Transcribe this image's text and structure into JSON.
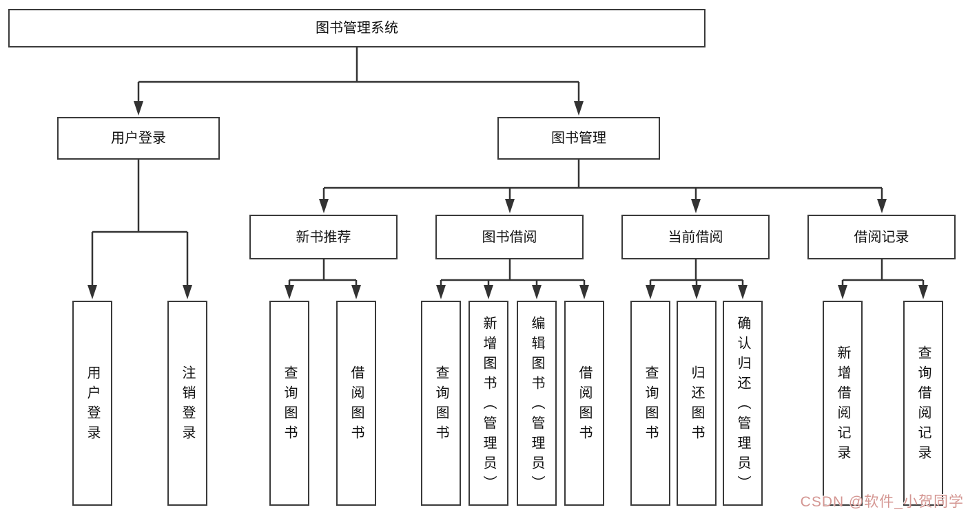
{
  "nodes": {
    "root": {
      "label": "图书管理系统"
    },
    "level2": [
      {
        "label": "用户登录"
      },
      {
        "label": "图书管理"
      }
    ],
    "level3": [
      {
        "label": "新书推荐"
      },
      {
        "label": "图书借阅"
      },
      {
        "label": "当前借阅"
      },
      {
        "label": "借阅记录"
      }
    ],
    "leaves_login": [
      {
        "label": "用户登录"
      },
      {
        "label": "注销登录"
      }
    ],
    "leaves_recommend": [
      {
        "label": "查询图书"
      },
      {
        "label": "借阅图书"
      }
    ],
    "leaves_borrow": [
      {
        "label": "查询图书"
      },
      {
        "label": "新增图书（管理员）"
      },
      {
        "label": "编辑图书（管理员）"
      },
      {
        "label": "借阅图书"
      }
    ],
    "leaves_current": [
      {
        "label": "查询图书"
      },
      {
        "label": "归还图书"
      },
      {
        "label": "确认归还（管理员）"
      }
    ],
    "leaves_records": [
      {
        "label": "新增借阅记录"
      },
      {
        "label": "查询借阅记录"
      }
    ]
  },
  "watermark": {
    "text": "CSDN @软件_小贺同学",
    "color": "#d49692"
  },
  "colors": {
    "background": "#ffffff",
    "border": "#3a3a3a",
    "line": "#333333",
    "text": "#111111"
  }
}
